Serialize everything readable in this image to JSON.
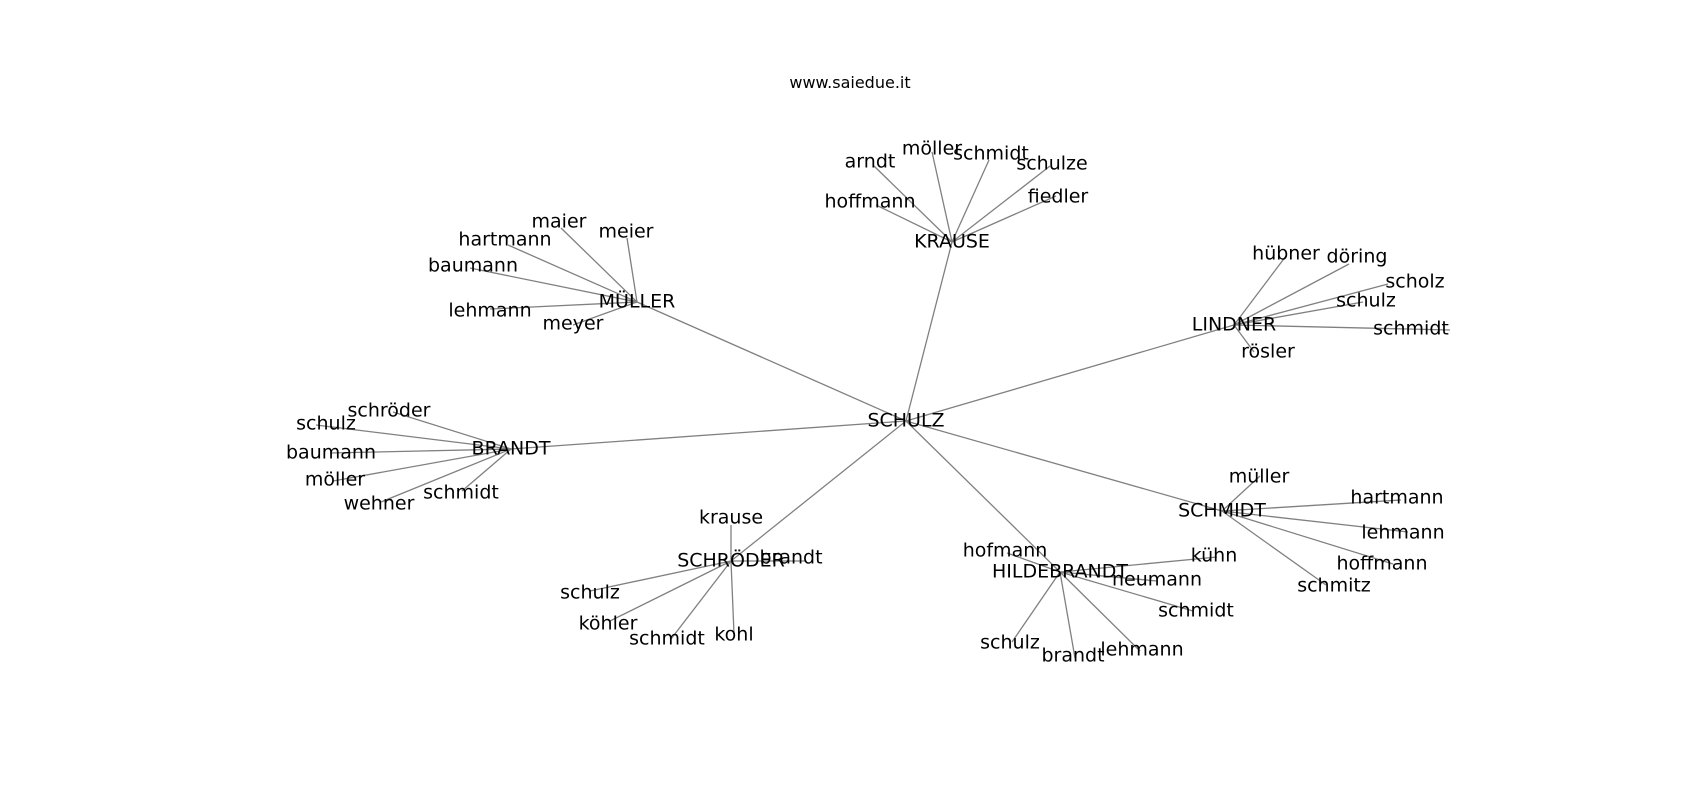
{
  "title": "www.saiedue.it",
  "root": "SCHULZ",
  "hubs": [
    {
      "id": "krause",
      "label": "KRAUSE",
      "leaves": [
        "arndt",
        "möller",
        "schmidt",
        "schulze",
        "hoffmann",
        "fiedler"
      ]
    },
    {
      "id": "muller",
      "label": "MÜLLER",
      "leaves": [
        "maier",
        "meier",
        "hartmann",
        "baumann",
        "lehmann",
        "meyer"
      ]
    },
    {
      "id": "lindner",
      "label": "LINDNER",
      "leaves": [
        "hübner",
        "döring",
        "scholz",
        "schulz",
        "schmidt",
        "rösler"
      ]
    },
    {
      "id": "brandt",
      "label": "BRANDT",
      "leaves": [
        "schröder",
        "schulz",
        "baumann",
        "möller",
        "wehner",
        "schmidt"
      ]
    },
    {
      "id": "schroder",
      "label": "SCHRÖDER",
      "leaves": [
        "krause",
        "brandt",
        "schulz",
        "köhler",
        "schmidt",
        "kohl"
      ]
    },
    {
      "id": "hildebrandt",
      "label": "HILDEBRANDT",
      "leaves": [
        "hofmann",
        "kühn",
        "neumann",
        "schmidt",
        "schulz",
        "brandt",
        "lehmann"
      ]
    },
    {
      "id": "schmidt",
      "label": "SCHMIDT",
      "leaves": [
        "müller",
        "hartmann",
        "lehmann",
        "hoffmann",
        "schmitz"
      ]
    }
  ],
  "colors": {
    "edge": "#808080",
    "text": "#000000",
    "background": "#ffffff"
  }
}
